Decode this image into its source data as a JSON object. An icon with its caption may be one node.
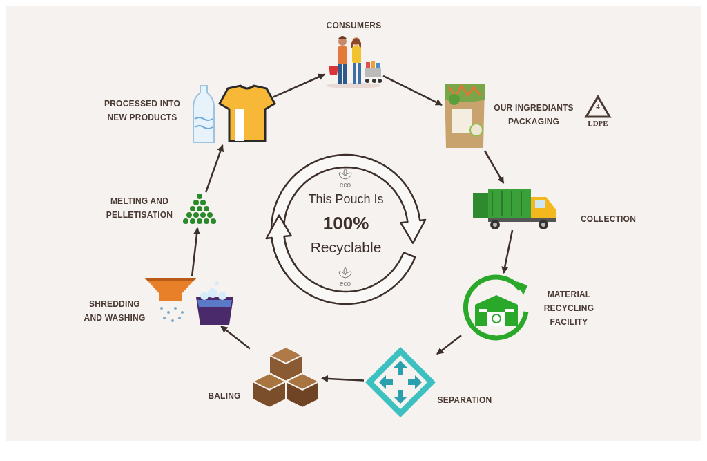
{
  "diagram": {
    "nodes": [
      {
        "text": [
          "CONSUMERS"
        ]
      },
      {
        "text": [
          "OUR INGREDIANTS PACKAGING"
        ]
      },
      {
        "text": [
          "COLLECTION"
        ]
      },
      {
        "text": [
          "MATERIAL RECYCLING FACILITY"
        ]
      },
      {
        "text": [
          "SEPARATION"
        ]
      },
      {
        "text": [
          "BALING"
        ]
      },
      {
        "text": [
          "SHREDDING AND WASHING"
        ]
      },
      {
        "text": [
          "MELTING AND PELLETISATION"
        ]
      },
      {
        "text": [
          "PROCESSED INTO NEW PRODUCTS"
        ]
      },
      {
        "text": [
          "This Pouch Is",
          "100%",
          "Recyclable"
        ]
      }
    ],
    "edges": [
      {
        "from": 0,
        "to": 1,
        "arrow": "to"
      },
      {
        "from": 1,
        "to": 2,
        "arrow": "to"
      },
      {
        "from": 2,
        "to": 3,
        "arrow": "to"
      },
      {
        "from": 3,
        "to": 4,
        "arrow": "to"
      },
      {
        "from": 4,
        "to": 5,
        "arrow": "to"
      },
      {
        "from": 5,
        "to": 6,
        "arrow": "to"
      },
      {
        "from": 6,
        "to": 7,
        "arrow": "to"
      },
      {
        "from": 7,
        "to": 8,
        "arrow": "to"
      },
      {
        "from": 8,
        "to": 0,
        "arrow": "to"
      }
    ],
    "labels": [
      "4",
      "LDPE",
      "eco",
      "eco"
    ]
  }
}
